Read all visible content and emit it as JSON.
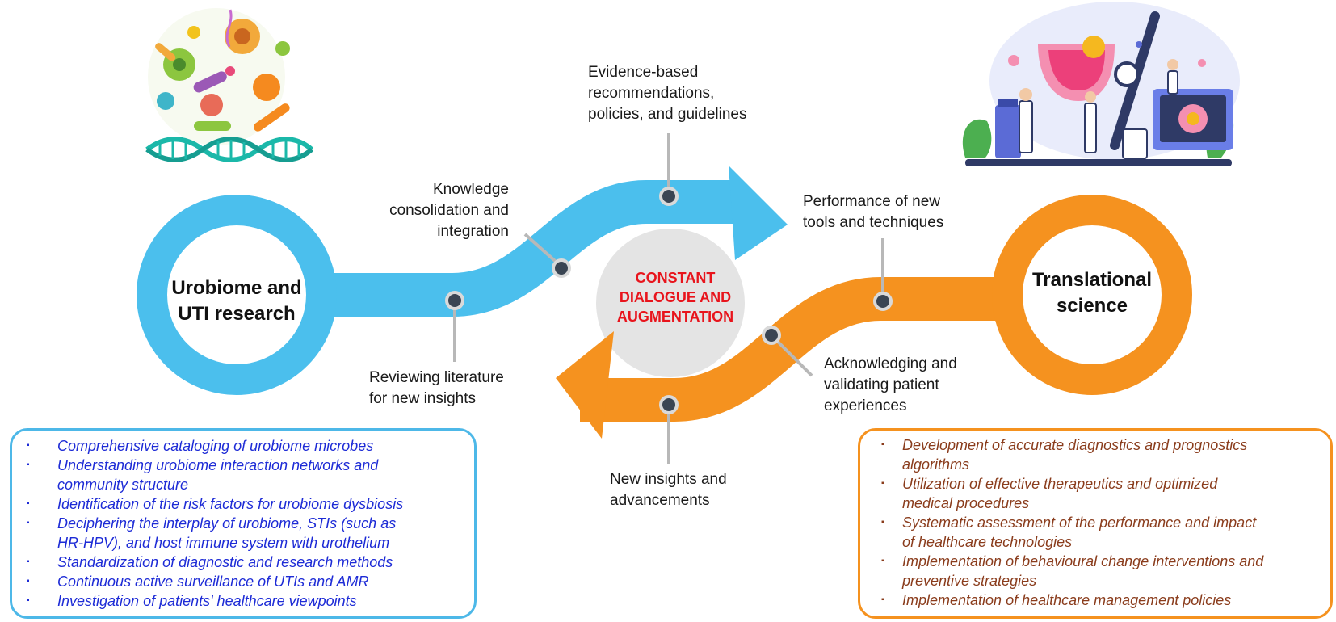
{
  "colors": {
    "research_blue": "#4bbfed",
    "translational_orange": "#f5921f",
    "center_text_red": "#e8141c",
    "left_list_text": "#1d2bd6",
    "right_list_text": "#8a3c1c",
    "marker_dot": "#3a4553"
  },
  "hubs": {
    "left": {
      "lines": [
        "Urobiome and",
        "UTI research"
      ]
    },
    "right": {
      "lines": [
        "Translational",
        "science"
      ]
    }
  },
  "center": {
    "lines": [
      "CONSTANT",
      "DIALOGUE AND",
      "AUGMENTATION"
    ]
  },
  "labels": {
    "evidence": [
      "Evidence-based",
      "recommendations,",
      "policies, and guidelines"
    ],
    "knowledge": [
      "Knowledge",
      "consolidation and",
      "integration"
    ],
    "reviewing": [
      "Reviewing literature",
      "for new insights"
    ],
    "performance": [
      "Performance of new",
      "tools and techniques"
    ],
    "acknowledging": [
      "Acknowledging and",
      "validating patient",
      "experiences"
    ],
    "new_insights": [
      "New insights and",
      "advancements"
    ]
  },
  "left_list": {
    "bullet": "▪",
    "items": [
      [
        "Comprehensive cataloging of urobiome microbes"
      ],
      [
        "Understanding urobiome interaction networks and",
        "community structure"
      ],
      [
        "Identification of the risk factors for urobiome dysbiosis"
      ],
      [
        "Deciphering the interplay of urobiome, STIs (such as",
        "HR-HPV), and host immune system with urothelium"
      ],
      [
        "Standardization of diagnostic and research methods"
      ],
      [
        "Continuous active surveillance of UTIs and AMR"
      ],
      [
        "Investigation of patients' healthcare viewpoints"
      ]
    ]
  },
  "right_list": {
    "bullet": "▪",
    "items": [
      [
        "Development of accurate diagnostics and prognostics",
        "algorithms"
      ],
      [
        "Utilization of effective therapeutics and optimized",
        "medical procedures"
      ],
      [
        "Systematic assessment of the performance and impact",
        "of healthcare technologies"
      ],
      [
        "Implementation of behavioural change interventions and",
        "preventive strategies"
      ],
      [
        "Implementation of healthcare management policies"
      ]
    ]
  },
  "illustrations": {
    "left": "microbes-and-dna-illustration",
    "right": "clinical-laboratory-illustration"
  }
}
